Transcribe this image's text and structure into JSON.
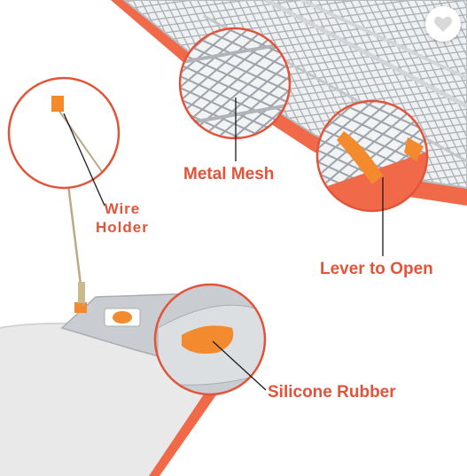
{
  "callouts": {
    "metal_mesh": "Metal Mesh",
    "wire_holder_line1": "Wire",
    "wire_holder_line2": "Holder",
    "lever": "Lever to Open",
    "silicone": "Silicone Rubber"
  },
  "colors": {
    "accent_red": "#e2543a",
    "orange_part": "#f38a2e",
    "board_grey": "#e9e9e9",
    "metal_silver": "#c9ccd0"
  },
  "icons": {
    "favorite": "heart-icon"
  }
}
